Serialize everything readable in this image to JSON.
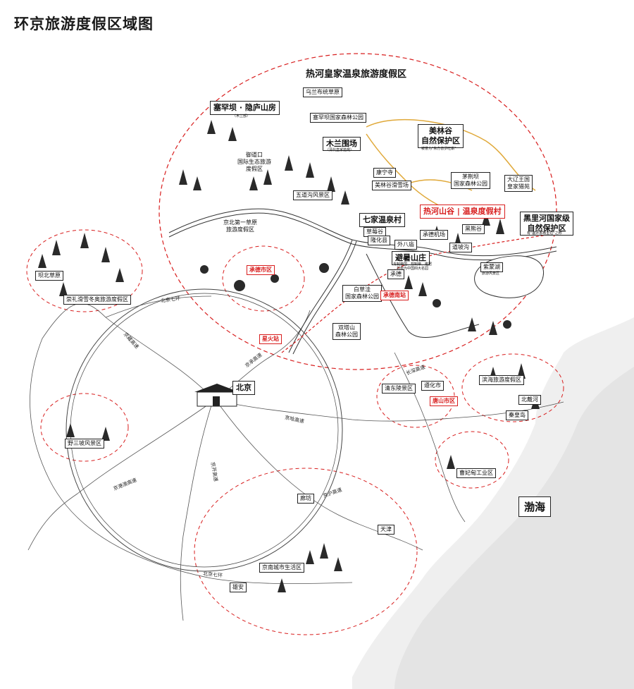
{
  "title": "环京旅游度假区域图",
  "region": "热河皇家温泉旅游度假区",
  "colors": {
    "red": "#d81e1e",
    "gold": "#e0a93a",
    "ink": "#1a1a1a",
    "water": "#ffffff",
    "sea": "#eeeeee"
  },
  "labels": {
    "wulanbutong": "乌兰布统草原",
    "saihanba_mountain": "塞罕坝 · 隐庐山房",
    "saihanba_mountain_note": "（木兰部）",
    "saihanba_forest": "塞罕坝国家森林公园",
    "mulan": "木兰围场",
    "mulan_note": "（清代皇家猎苑）",
    "yudaokou": "御道口\n国际生态旅游\n度假区",
    "meilingu": "美林谷\n自然保护区",
    "meilingu_note": "被誉为\"东方普罗旺斯\"",
    "kangning": "康宁寺",
    "meilin_ski": "美林谷滑雪场",
    "maojingba": "茅荆坝\n国家森林公园",
    "dazhao": "大辽王国\n皇家猎苑",
    "wutonggou": "五道沟风景区",
    "qijia": "七家温泉村",
    "rehe": "热河山谷 | 温泉度假村",
    "heilihe": "黑里河国家级\n自然保护区",
    "heilihe_note": "有\"塞外香格里拉\"之称",
    "jingbei": "京北第一草原\n旅游度假区",
    "caomeigu": "草莓谷",
    "longhua": "隆化县",
    "waibamiao": "外八庙",
    "chengde_airport": "承德机场",
    "heiyegu": "黑熊谷",
    "daopaogou": "道坡沟",
    "bishu": "避暑山庄",
    "bishu_note": "专制帝国、规制帝、雍居\n并称为中国四大名园",
    "zimeng": "紫蒙湖",
    "zimeng_note": "旅游风景区",
    "chengde_city": "承德市区",
    "chengde": "承德",
    "baicaowa": "白草洼\n国家森林公园",
    "chengde_south": "承德南站",
    "shuangta": "双塔山\n森林公园",
    "xinghuo": "星火站",
    "bashang": "坝北草原",
    "chongli": "崇礼滑雪冬奥旅游度假区",
    "yesanpo": "野三坡风景区",
    "beijing": "北京",
    "qingdong": "清东陵景区",
    "zunhua": "遵化市",
    "tangshan": "唐山市区",
    "binhai": "滨海旅游度假区",
    "beidaihe": "北戴河",
    "qinhuangdao": "秦皇岛",
    "caofeidian": "曹妃甸工业区",
    "langfang": "廊坊",
    "tianjin": "天津",
    "jingnan": "京南城市生活区",
    "xiongan": "雄安",
    "bohai": "渤海"
  },
  "roads": {
    "r7_north": "北京七环",
    "r7_south": "北京七环",
    "jingzang": "京藏高速",
    "jingcheng": "京承高速",
    "jingha": "京哈高速",
    "jingkai": "京开高速",
    "jinggangao": "京港澳高速",
    "jinghu": "京沪高速",
    "changshen": "长深高速"
  }
}
